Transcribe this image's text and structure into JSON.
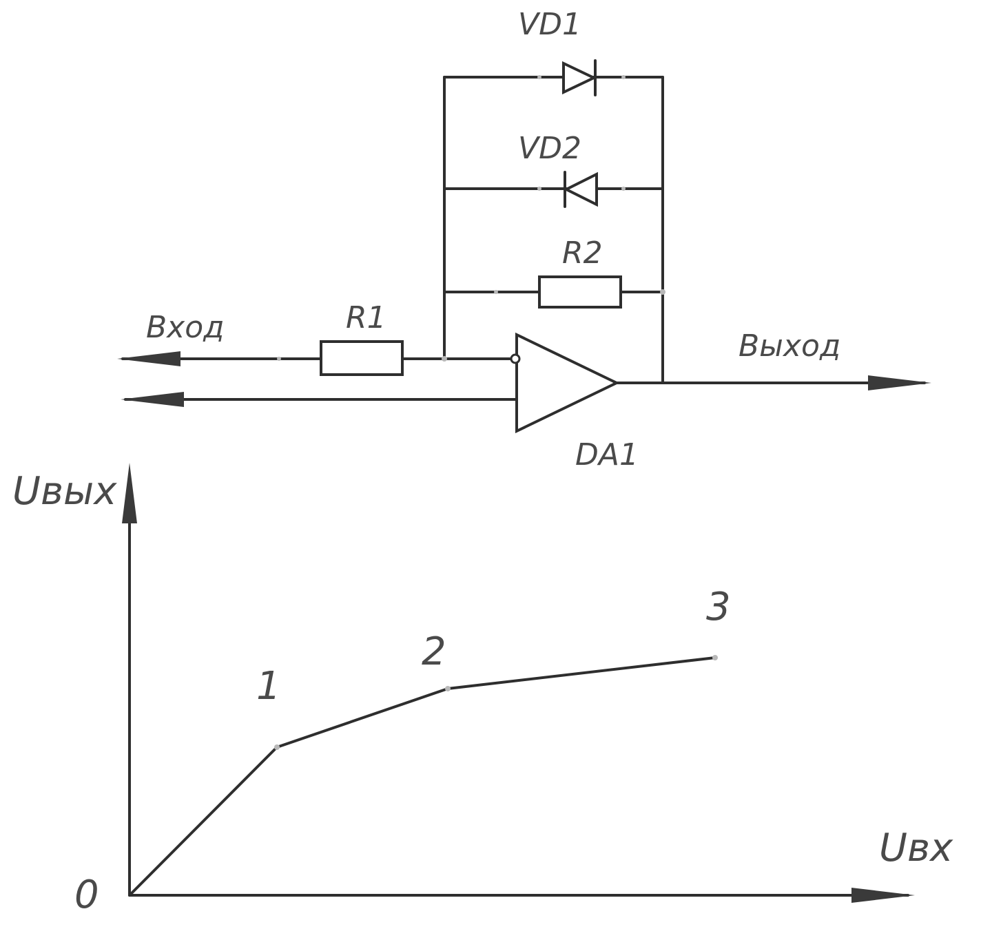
{
  "circuit": {
    "labels": {
      "vd1": "VD1",
      "vd2": "VD2",
      "r2": "R2",
      "r1": "R1",
      "input": "Вход",
      "output": "Выход",
      "opamp": "DA1"
    }
  },
  "graph": {
    "y_axis_label": "Uвых",
    "x_axis_label": "Uвх",
    "origin_label": "0",
    "breakpoints": [
      {
        "label": "1"
      },
      {
        "label": "2"
      },
      {
        "label": "3"
      }
    ]
  },
  "colors": {
    "line": "#2e2e2e",
    "text": "#4a4a4a",
    "background": "#ffffff"
  }
}
